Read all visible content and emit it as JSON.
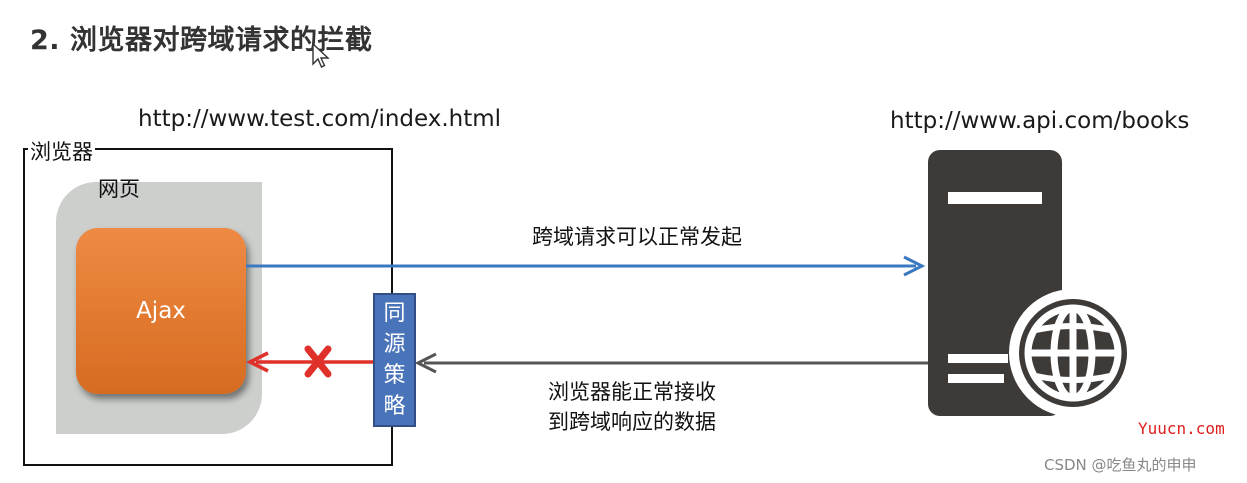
{
  "title": "2. 浏览器对跨域请求的拦截",
  "urls": {
    "left": "http://www.test.com/index.html",
    "right": "http://www.api.com/books"
  },
  "browser": {
    "label": "浏览器",
    "webpage_label": "网页",
    "ajax_label": "Ajax"
  },
  "policy": {
    "chars": [
      "同",
      "源",
      "策",
      "略"
    ]
  },
  "arrows": {
    "request_label": "跨域请求可以正常发起",
    "response_label_lines": [
      "浏览器能正常接收",
      "到跨域响应的数据"
    ]
  },
  "icons": {
    "cursor": "mouse-pointer-icon",
    "blocked": "x-mark-icon",
    "server": "server-icon",
    "globe": "globe-icon"
  },
  "colors": {
    "request_arrow": "#3a78c2",
    "response_arrow": "#555555",
    "blocked_arrow": "#e0302a",
    "ajax": "#e27930",
    "policy": "#4a74b9",
    "server": "#3e3a38",
    "webpage_bg": "#cdcfcd"
  },
  "watermarks": [
    "Yuucn.com",
    "CSDN @吃鱼丸的申申"
  ]
}
